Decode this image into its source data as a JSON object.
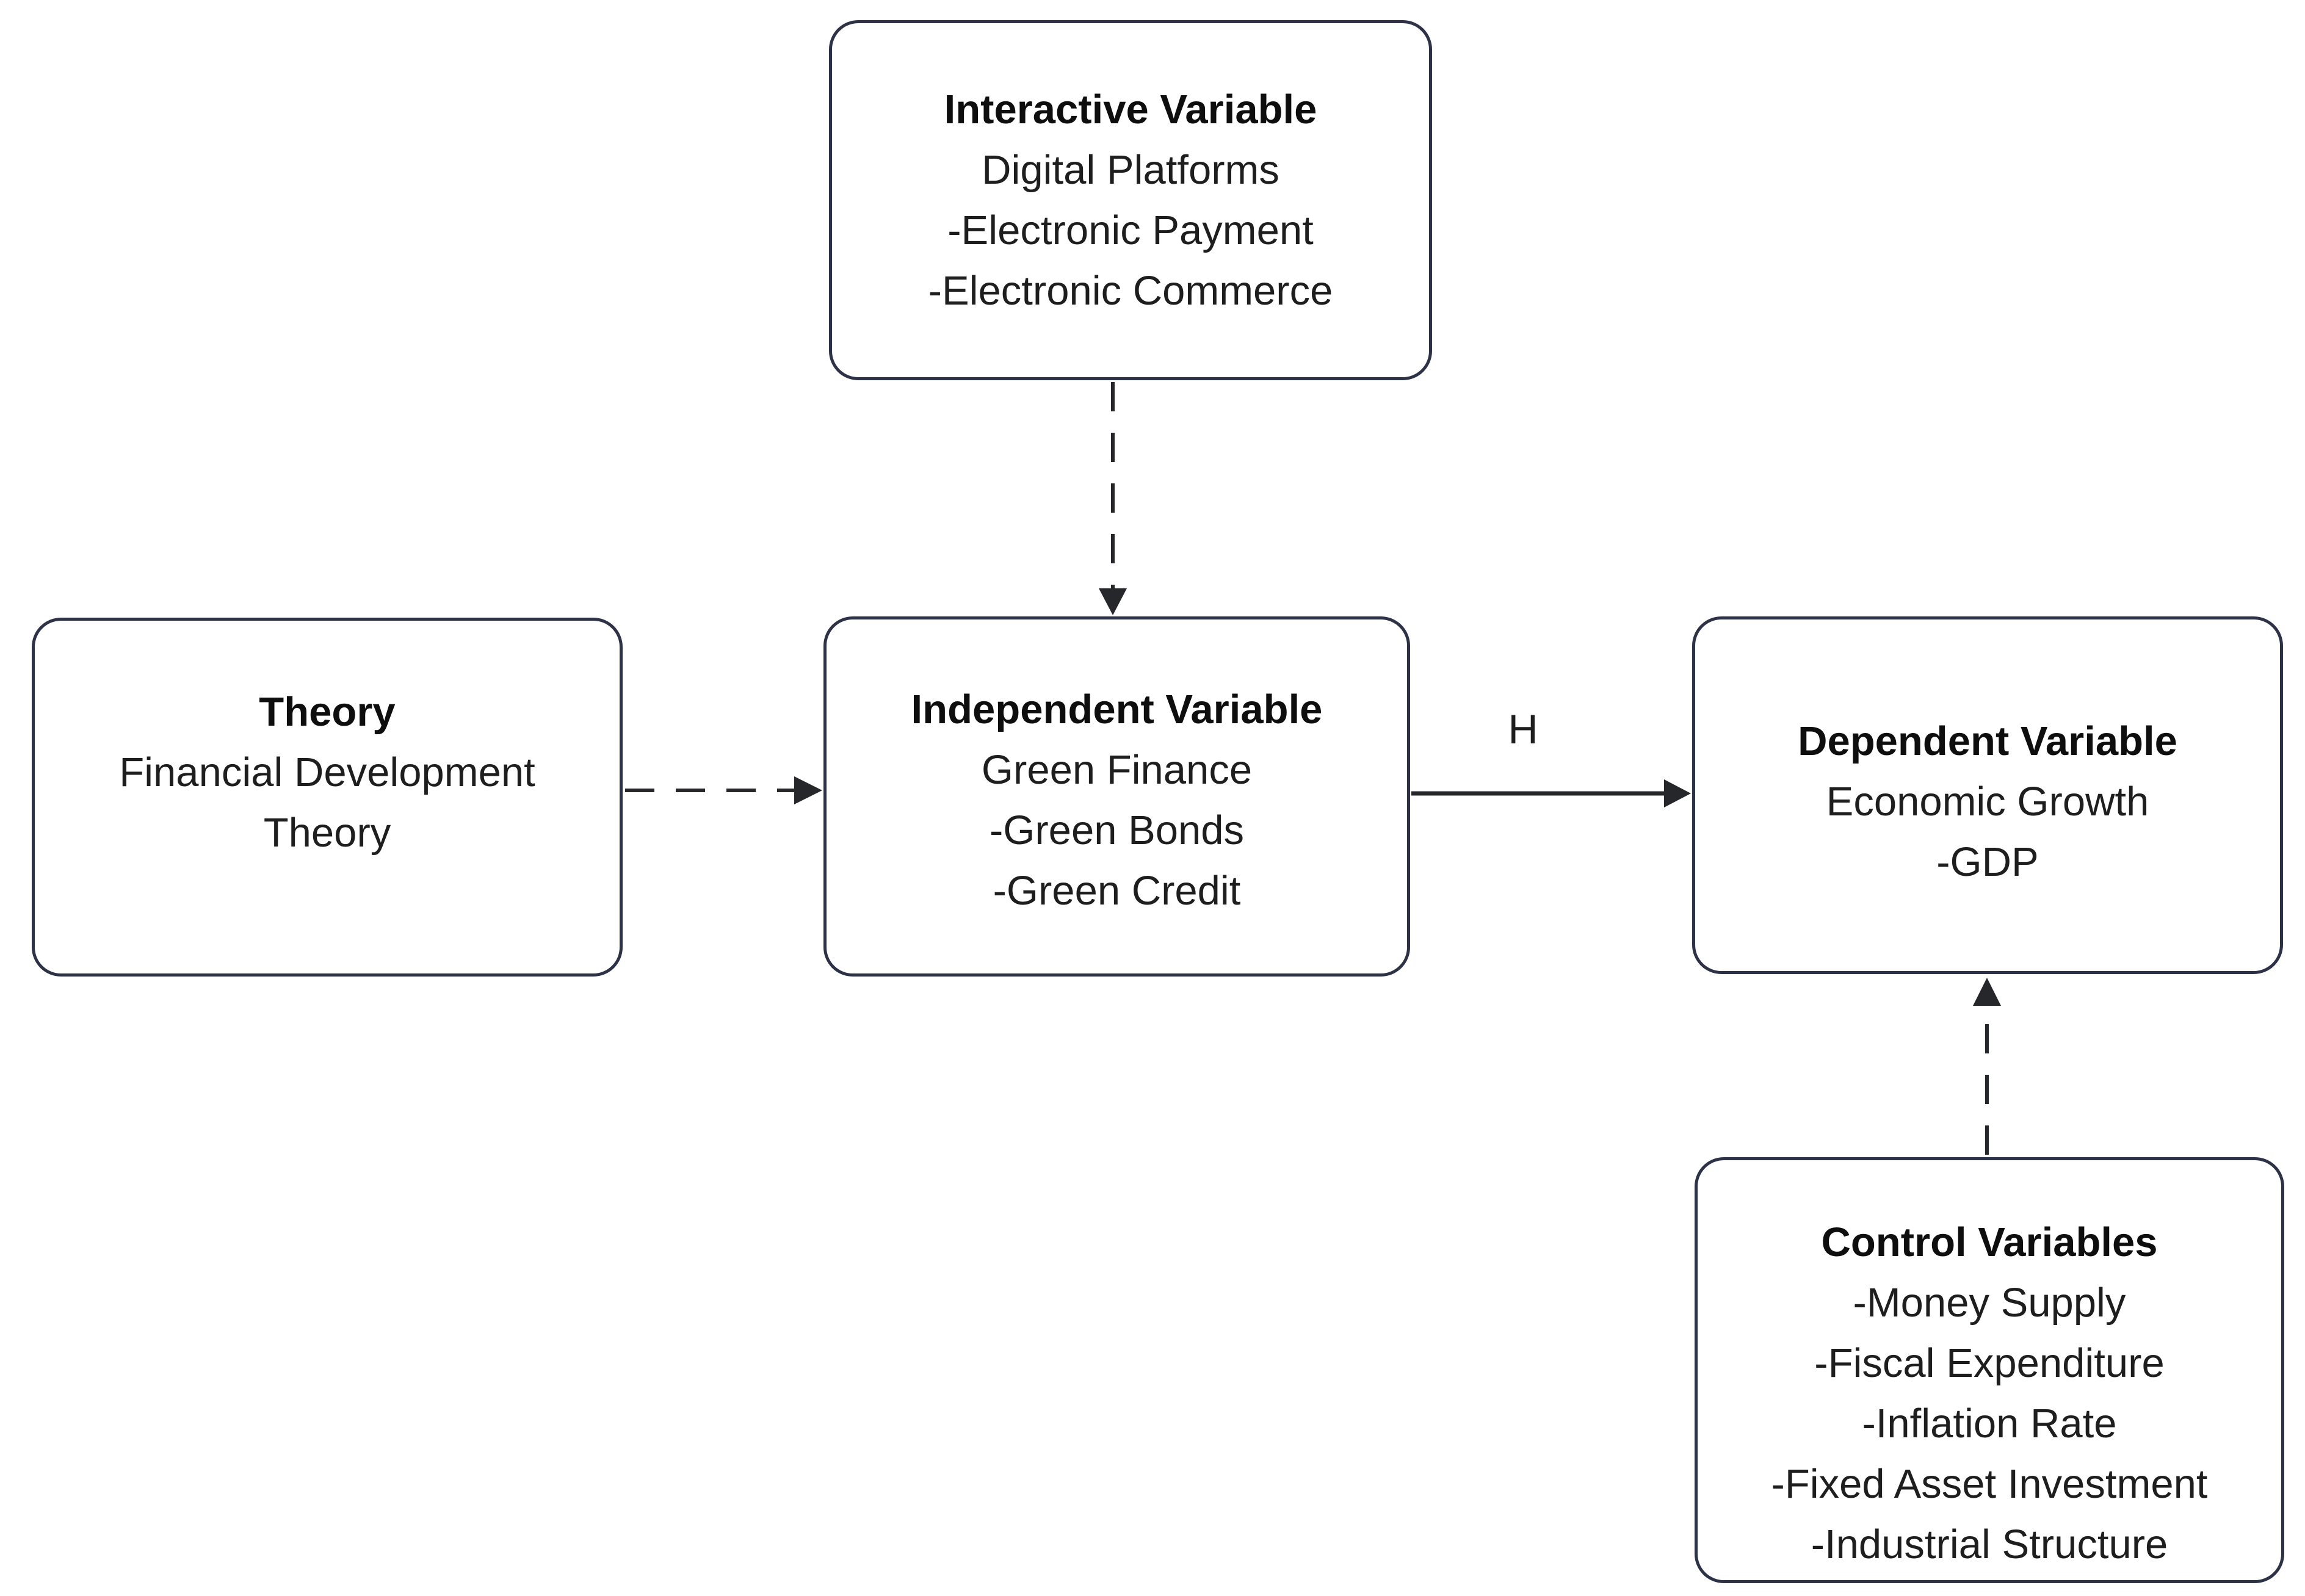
{
  "colors": {
    "background": "#ffffff",
    "box_border": "#2d3246",
    "arrow": "#26272b",
    "title_text": "#0e0e0e",
    "body_text": "#1e1e1e"
  },
  "boxes": {
    "interactive": {
      "title": "Interactive Variable",
      "lines": [
        "Digital Platforms",
        "-Electronic Payment",
        "-Electronic Commerce"
      ]
    },
    "theory": {
      "title": "Theory",
      "lines": [
        "Financial Development",
        "Theory"
      ]
    },
    "independent": {
      "title": "Independent Variable",
      "lines": [
        "Green Finance",
        "-Green Bonds",
        "-Green Credit"
      ]
    },
    "dependent": {
      "title": "Dependent Variable",
      "lines": [
        "Economic Growth",
        "-GDP"
      ]
    },
    "control": {
      "title": "Control Variables",
      "lines": [
        "-Money Supply",
        "-Fiscal Expenditure",
        "-Inflation Rate",
        "-Fixed Asset Investment",
        "-Industrial Structure"
      ]
    }
  },
  "arrows": {
    "h_label": "H",
    "items": [
      {
        "name": "interactive-to-independent",
        "style": "dashed",
        "direction": "down"
      },
      {
        "name": "theory-to-independent",
        "style": "dashed",
        "direction": "right"
      },
      {
        "name": "independent-to-dependent",
        "style": "solid",
        "direction": "right",
        "label": "H"
      },
      {
        "name": "control-to-dependent",
        "style": "dashed",
        "direction": "up"
      }
    ]
  }
}
